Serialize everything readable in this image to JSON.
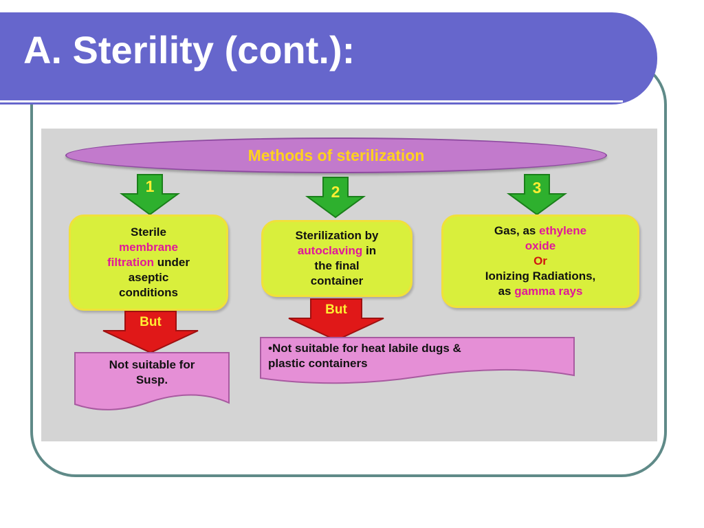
{
  "slide": {
    "title": "A. Sterility (cont.):"
  },
  "diagram": {
    "header": "Methods of  sterilization",
    "methods": [
      {
        "number": "1",
        "line1": "Sterile",
        "line2": "membrane",
        "line3a": "filtration",
        "line3b": " under",
        "line4": "aseptic",
        "line5": "conditions"
      },
      {
        "number": "2",
        "line1": "Sterilization by",
        "line2a": "autoclaving",
        "line2b": " in",
        "line3": "the final",
        "line4": "container"
      },
      {
        "number": "3",
        "line1a": "Gas, as ",
        "line1b": "ethylene",
        "line2": "oxide",
        "line3": "Or",
        "line4": "Ionizing Radiations,",
        "line5a": "as ",
        "line5b": "gamma rays"
      }
    ],
    "but_label": "But",
    "limitations": [
      {
        "line1": "Not suitable for",
        "line2": "Susp."
      },
      {
        "line1": "•Not suitable for heat labile dugs &",
        "line2": "plastic containers"
      }
    ]
  },
  "colors": {
    "title_bar": "#6666cc",
    "frame": "#5f8a88",
    "panel": "#d4d4d4",
    "header_pill": "#c27acc",
    "header_text": "#ffd21e",
    "method_box": "#d9ef3c",
    "limitation_box": "#e58fd6",
    "green_arrow": "#2eb02e",
    "red_arrow": "#e01818",
    "highlight_text": "#e0189a"
  }
}
